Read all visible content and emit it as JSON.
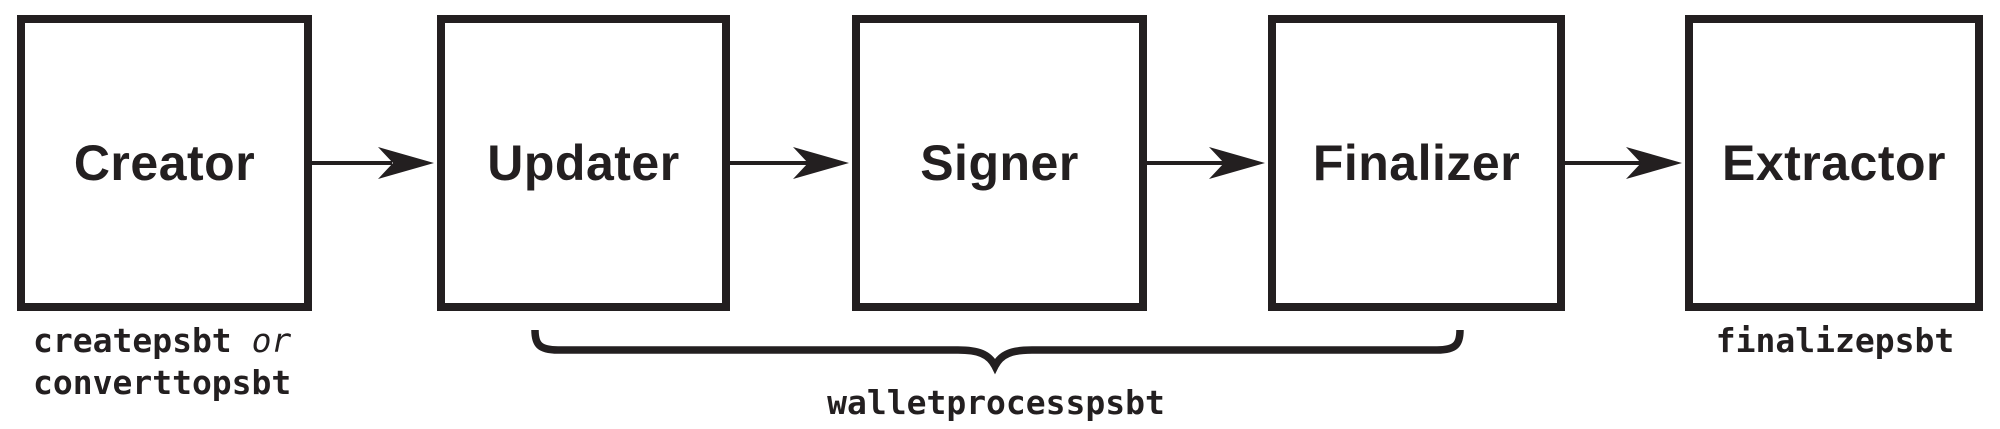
{
  "colors": {
    "ink": "#231f20",
    "background": "#ffffff"
  },
  "flow": {
    "boxes": [
      {
        "label": "Creator"
      },
      {
        "label": "Updater"
      },
      {
        "label": "Signer"
      },
      {
        "label": "Finalizer"
      },
      {
        "label": "Extractor"
      }
    ]
  },
  "annotations": {
    "creator_commands": {
      "command1": "createpsbt",
      "conjunction": "or",
      "command2": "converttopsbt"
    },
    "wallet_process_label": "walletprocesspsbt",
    "extractor_command": "finalizepsbt"
  }
}
